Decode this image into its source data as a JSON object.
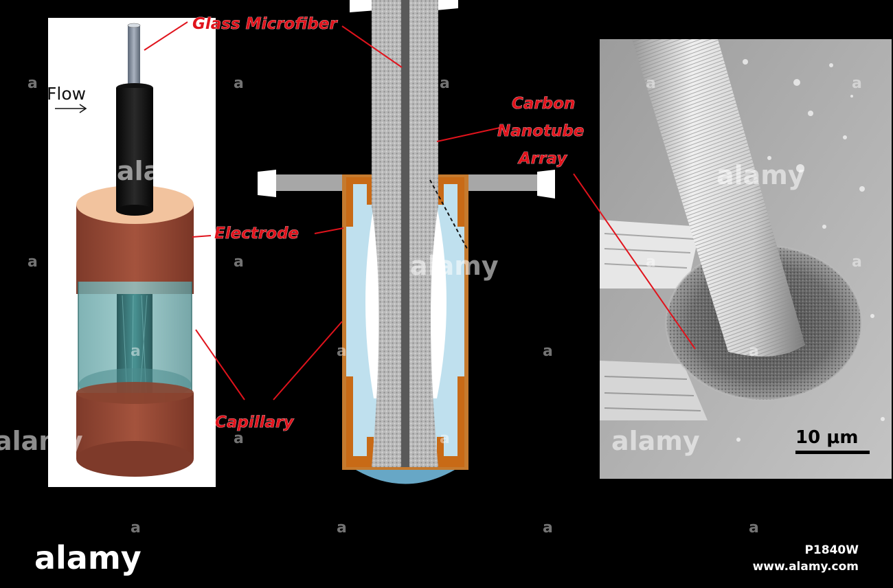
{
  "labels": {
    "glass_microfiber": "Glass Microfiber",
    "flow": "Flow",
    "carbon_line1": "Carbon",
    "carbon_line2": "Nanotube",
    "carbon_line3": "Array",
    "electrode": "Electrode",
    "capillary": "Capillary",
    "scale_bar": "10 μm"
  },
  "watermark": {
    "text": "alamy",
    "small_mark": "a"
  },
  "footer": {
    "logo": "alamy",
    "image_id": "P1840W",
    "url": "www.alamy.com"
  },
  "colors": {
    "label_red": "#e0131c",
    "electrode_copper": "#9c4a36",
    "electrode_orange": "#c86a16",
    "capillary_blue": "#bfe0ee",
    "background": "#000000"
  }
}
